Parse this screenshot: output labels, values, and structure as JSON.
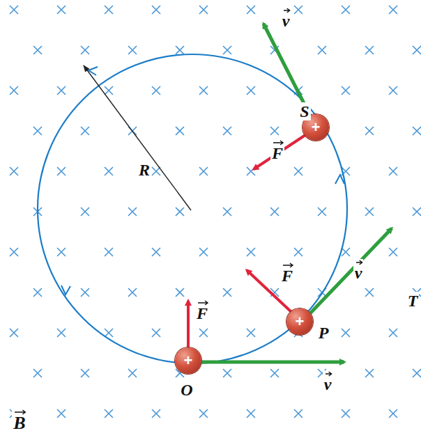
{
  "diagram": {
    "nodes": [
      {
        "text": [
          "+"
        ]
      },
      {
        "text": [
          "+"
        ]
      },
      {
        "text": [
          "+"
        ]
      }
    ],
    "labels": [
      "R",
      "S",
      "v",
      "F",
      "F",
      "P",
      "v",
      "O",
      "F",
      "v",
      "B",
      "T"
    ]
  }
}
